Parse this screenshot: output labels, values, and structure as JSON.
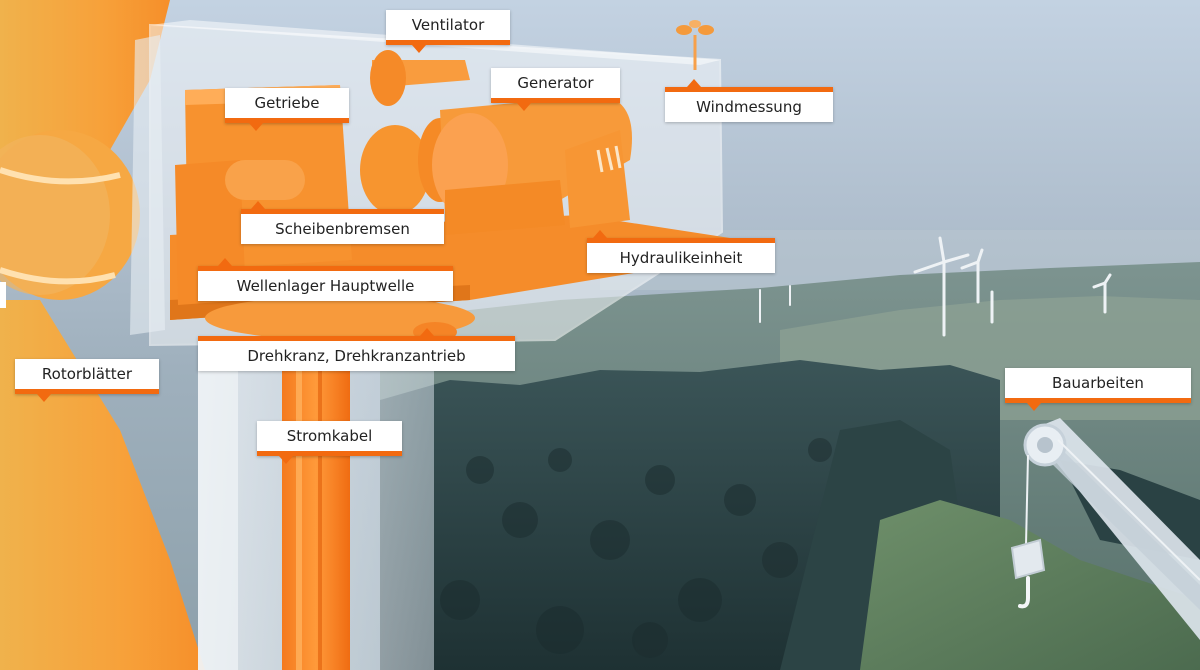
{
  "labels": {
    "ventilator": "Ventilator",
    "generator": "Generator",
    "windmessung": "Windmessung",
    "getriebe": "Getriebe",
    "scheibenbremsen": "Scheibenbremsen",
    "hydraulikeinheit": "Hydraulikeinheit",
    "wellenlager": "Wellenlager Hauptwelle",
    "drehkranz": "Drehkranz, Drehkranzantrieb",
    "rotorblaetter": "Rotorblätter",
    "stromkabel": "Stromkabel",
    "bauarbeiten": "Bauarbeiten"
  },
  "colors": {
    "accent": "#f26a10",
    "sky_top": "#c9d6e3",
    "forest": "#233a3a"
  }
}
